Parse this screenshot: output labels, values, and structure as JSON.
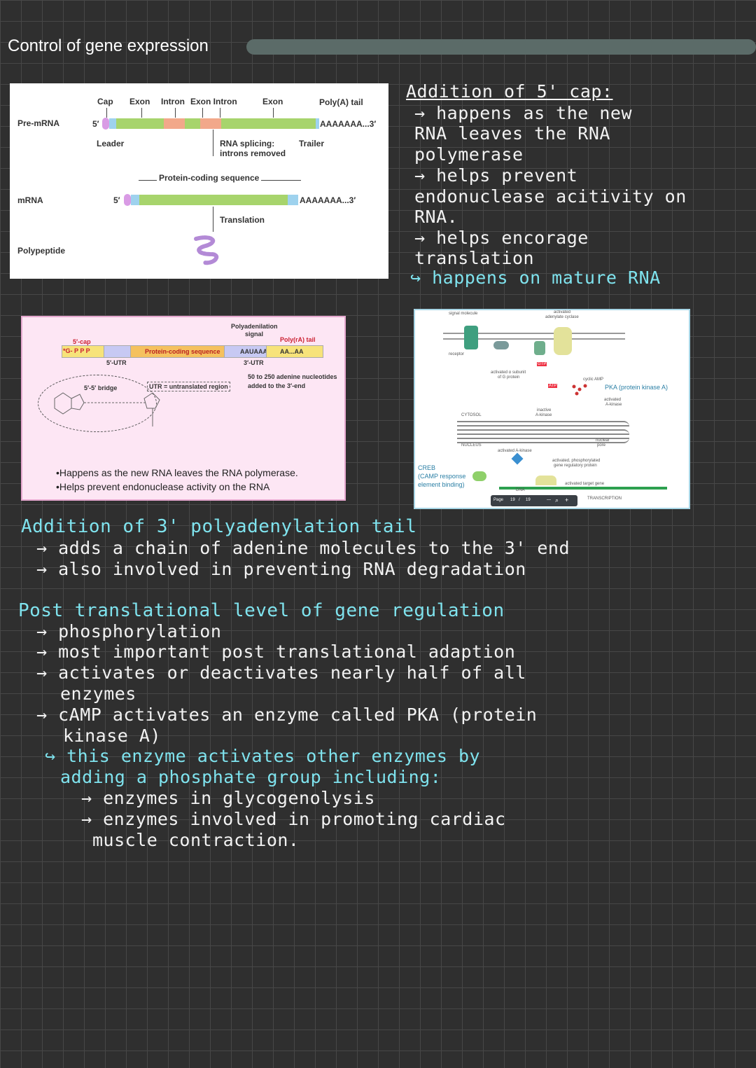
{
  "title": "Control of gene expression",
  "figure1": {
    "row_labels": [
      "Pre-mRNA",
      "mRNA",
      "Polypeptide"
    ],
    "cap": "Cap",
    "exon": "Exon",
    "intron": "Intron",
    "exon_intron": "Exon Intron",
    "exon2": "Exon",
    "polya_tail": "Poly(A) tail",
    "five_prime": "5′",
    "polya_seq": "AAAAAAA...3′",
    "leader": "Leader",
    "splicing": "RNA splicing:",
    "introns_removed": "introns removed",
    "trailer": "Trailer",
    "protein_coding": "Protein-coding sequence",
    "translation": "Translation"
  },
  "figure2": {
    "five_cap": "5′-cap",
    "gppp": "*G- P P P",
    "protein_coding": "Protein-coding sequence",
    "polyadenylation": "Polyadenilation",
    "signal": "signal",
    "polya_tail": "Poly(rA) tail",
    "auuaaa": "AAUAAA",
    "aaaa": "AA...AA",
    "five_utr": "5′-UTR",
    "three_utr": "3′-UTR",
    "utr_def": "UTR = untranslated region",
    "nucleotides_1": "50 to 250 adenine nucleotides",
    "nucleotides_2": "added to the 3′-end",
    "bridge": "5′-5′ bridge",
    "bullet1": "•Happens as the new RNA leaves the RNA polymerase.",
    "bullet2": "•Helps prevent endonuclease activity on the RNA"
  },
  "figure3": {
    "signal_molecule": "signal molecule",
    "activated_cyclase_1": "activated",
    "activated_cyclase_2": "adenylate cyclase",
    "receptor": "receptor",
    "subunit_1": "activated α subunit",
    "subunit_2": "of G protein",
    "gtp": "GTP",
    "atp": "ATP",
    "cyclic_amp": "cyclic AMP",
    "pka": "PKA (protein kinase A)",
    "activated_kinase_1": "activated",
    "activated_kinase_2": "A-kinase",
    "inactive_1": "inactive",
    "inactive_2": "A-kinase",
    "cytosol": "CYTOSOL",
    "nucleus": "NUCLEUS",
    "nuclear_pore_1": "nuclear",
    "nuclear_pore_2": "pore",
    "activated_a_kinase": "activated A-kinase",
    "phospho_1": "activated, phosphorylated",
    "phospho_2": "gene regulatory protein",
    "creb_1": "CREB",
    "creb_2": "(CAMP response",
    "creb_3": "element binding)",
    "dna": "DNA",
    "target_gene": "activated target gene",
    "transcription": "TRANSCRIPTION",
    "page_label": "Page",
    "page_num": "19",
    "page_sep": "/",
    "page_total": "19",
    "zoom_out": "—",
    "zoom_in": "+"
  },
  "notes": {
    "cap_heading": "Addition of 5' cap:",
    "cap_lines": [
      "→ happens as the new",
      "RNA leaves the RNA",
      "polymerase",
      "→ helps prevent",
      "endonuclease acitivity on",
      "RNA.",
      "→ helps encorage",
      "translation"
    ],
    "cap_mature": "↪ happens on mature RNA",
    "polya_heading": "Addition of 3' polyadenylation tail",
    "polya_lines": [
      "→ adds a chain of adenine molecules to the 3' end",
      "→ also involved in preventing RNA degradation"
    ],
    "post_heading": "Post translational level of gene regulation",
    "post_lines": [
      "→ phosphorylation",
      "→ most important post translational adaption",
      "→ activates or deactivates nearly half of all",
      "enzymes",
      "→ cAMP activates an enzyme called PKA (protein",
      "kinase A)"
    ],
    "post_cyan": [
      "↪ this enzyme activates other enzymes by",
      "adding a phosphate group including:"
    ],
    "post_sub": [
      "→ enzymes in glycogenolysis",
      "→ enzymes involved in promoting cardiac",
      "muscle contraction."
    ]
  },
  "colors": {
    "background": "#2f2f2f",
    "grid": "#474747",
    "cyan_ink": "#7fe3ee",
    "title_bar": "#5b6b68"
  }
}
